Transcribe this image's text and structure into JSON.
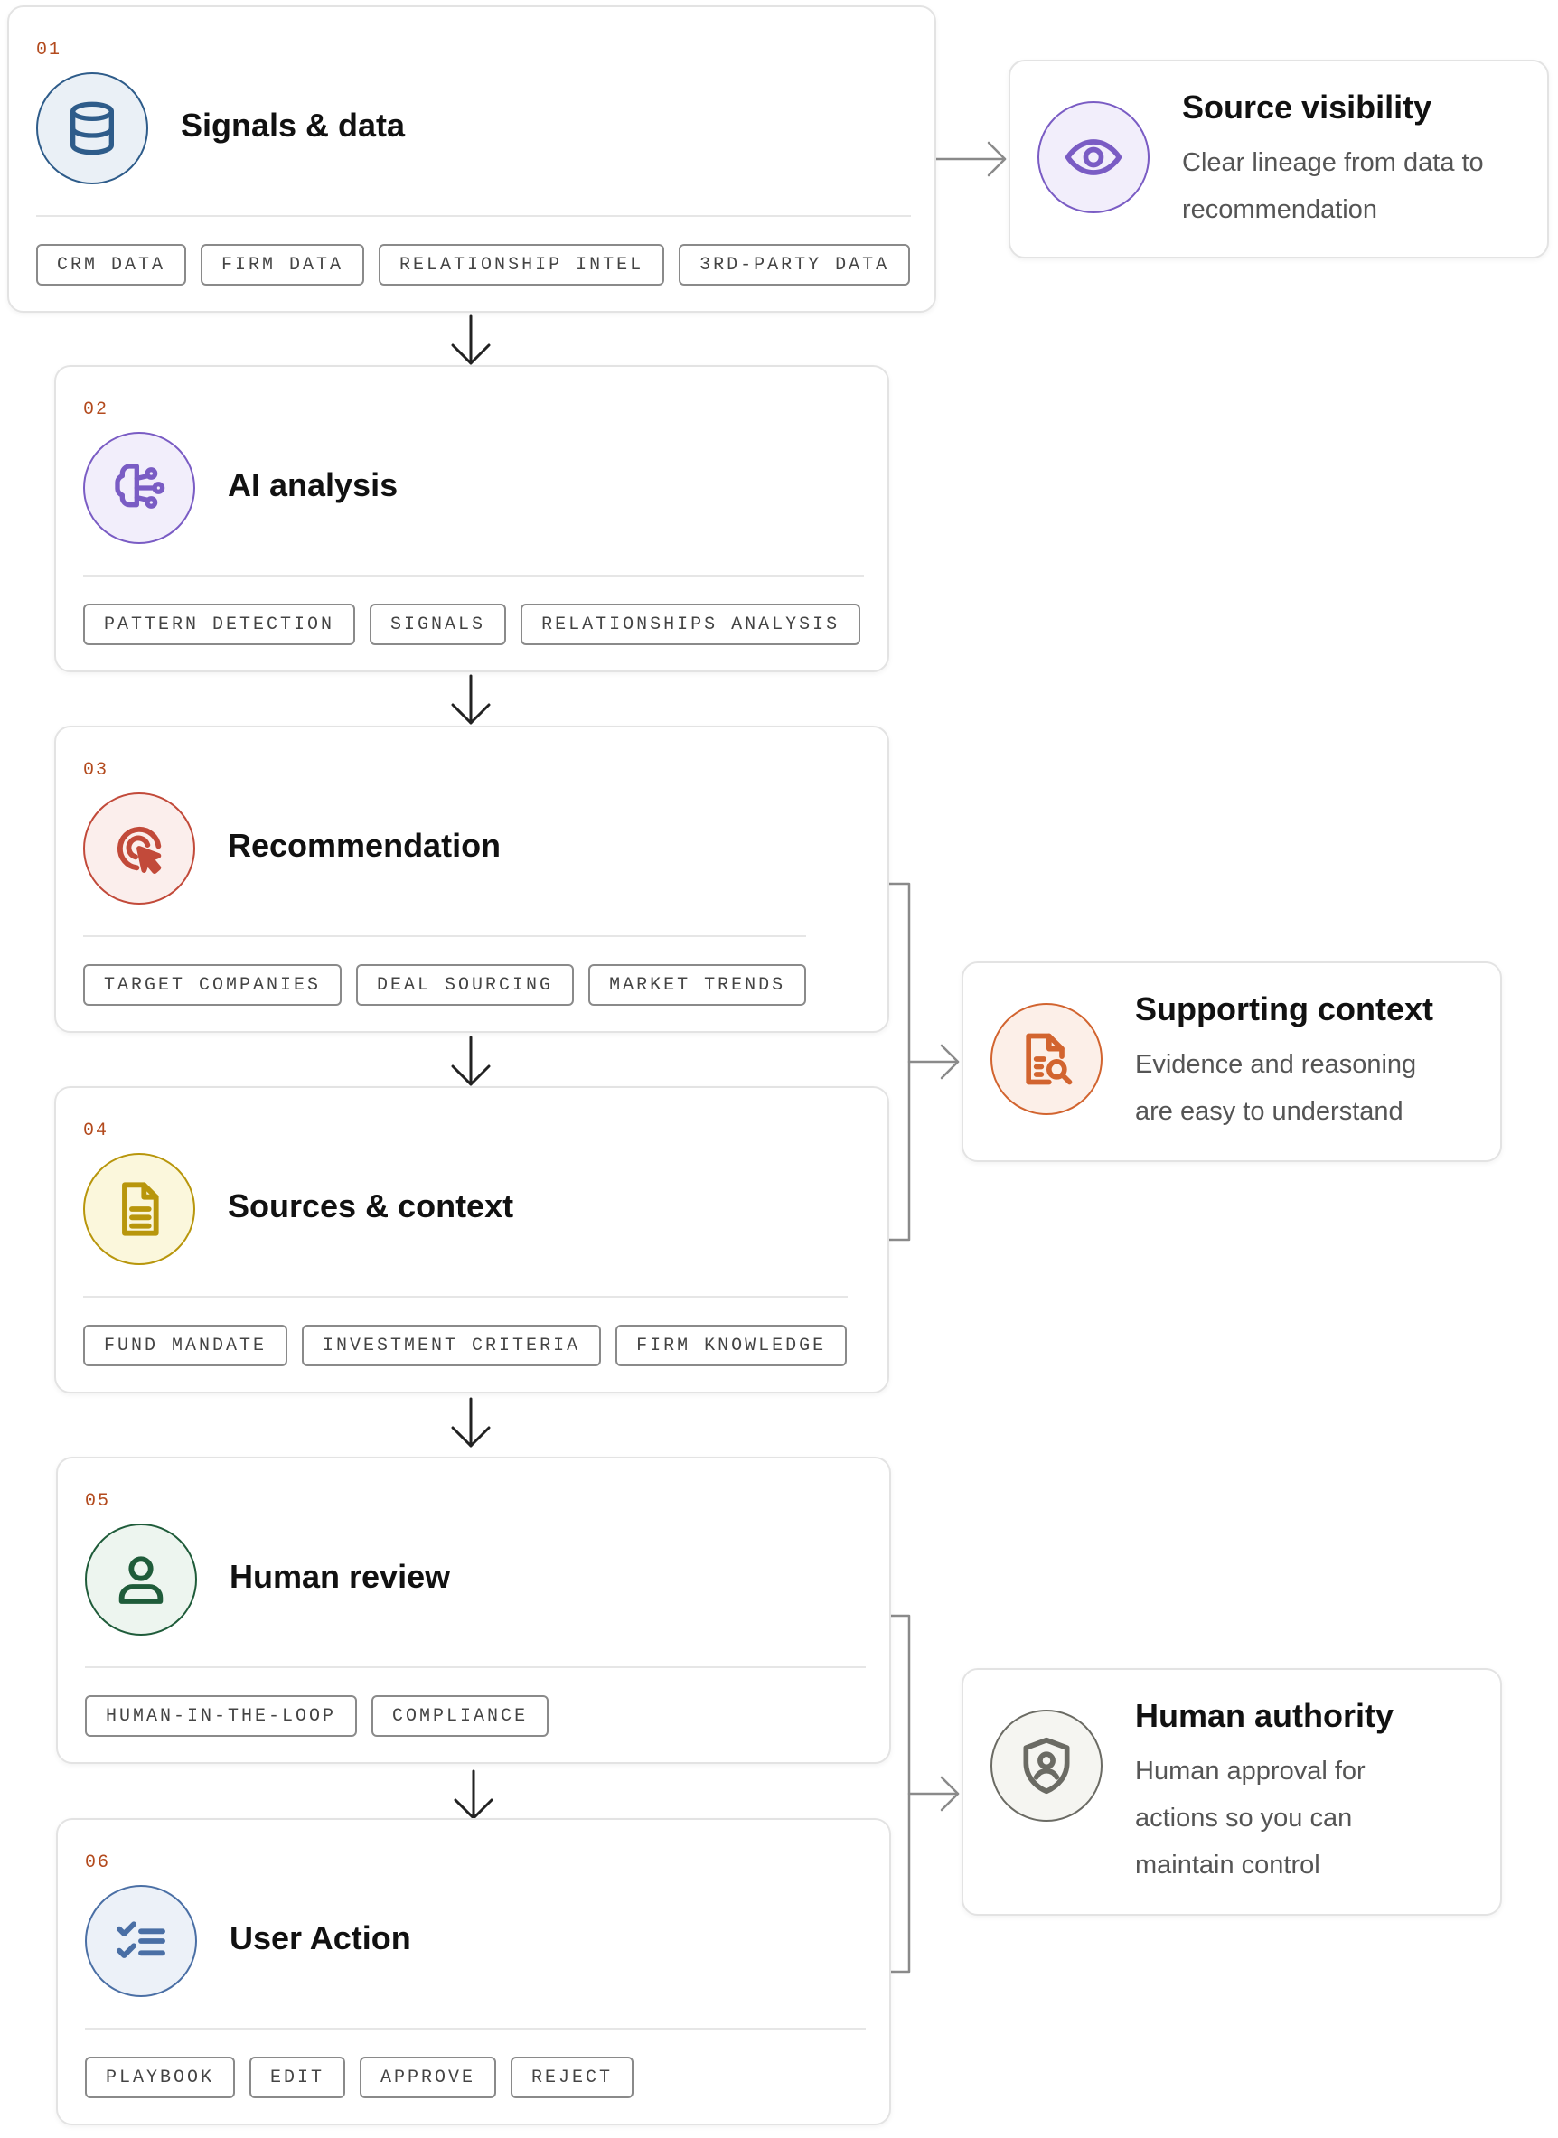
{
  "steps": [
    {
      "number": "01",
      "title": "Signals & data",
      "icon": "database-icon",
      "accent": "#2e5c8a",
      "tags": [
        "CRM DATA",
        "FIRM DATA",
        "RELATIONSHIP INTEL",
        "3RD-PARTY DATA"
      ]
    },
    {
      "number": "02",
      "title": "AI analysis",
      "icon": "ai-brain-icon",
      "accent": "#7a5cc4",
      "tags": [
        "PATTERN DETECTION",
        "SIGNALS",
        "RELATIONSHIPS ANALYSIS"
      ]
    },
    {
      "number": "03",
      "title": "Recommendation",
      "icon": "target-cursor-icon",
      "accent": "#c24a3a",
      "tags": [
        "TARGET COMPANIES",
        "DEAL SOURCING",
        "MARKET TRENDS"
      ]
    },
    {
      "number": "04",
      "title": "Sources & context",
      "icon": "document-icon",
      "accent": "#b8960c",
      "tags": [
        "FUND MANDATE",
        "INVESTMENT CRITERIA",
        "FIRM KNOWLEDGE"
      ]
    },
    {
      "number": "05",
      "title": "Human review",
      "icon": "person-icon",
      "accent": "#1f5c3a",
      "tags": [
        "HUMAN-IN-THE-LOOP",
        "COMPLIANCE"
      ]
    },
    {
      "number": "06",
      "title": "User Action",
      "icon": "checklist-icon",
      "accent": "#4a6fa5",
      "tags": [
        "PLAYBOOK",
        "EDIT",
        "APPROVE",
        "REJECT"
      ]
    }
  ],
  "side": [
    {
      "title": "Source visibility",
      "description_lines": [
        "Clear lineage from data to",
        "recommendation"
      ],
      "icon": "eye-icon",
      "accent": "#7a5cc4"
    },
    {
      "title": "Supporting context",
      "description_lines": [
        "Evidence and reasoning",
        "are easy to understand"
      ],
      "icon": "document-search-icon",
      "accent": "#d2642f"
    },
    {
      "title": "Human authority",
      "description_lines": [
        "Human approval for",
        "actions so you can",
        "maintain control"
      ],
      "icon": "shield-user-icon",
      "accent": "#6b6b64"
    }
  ]
}
